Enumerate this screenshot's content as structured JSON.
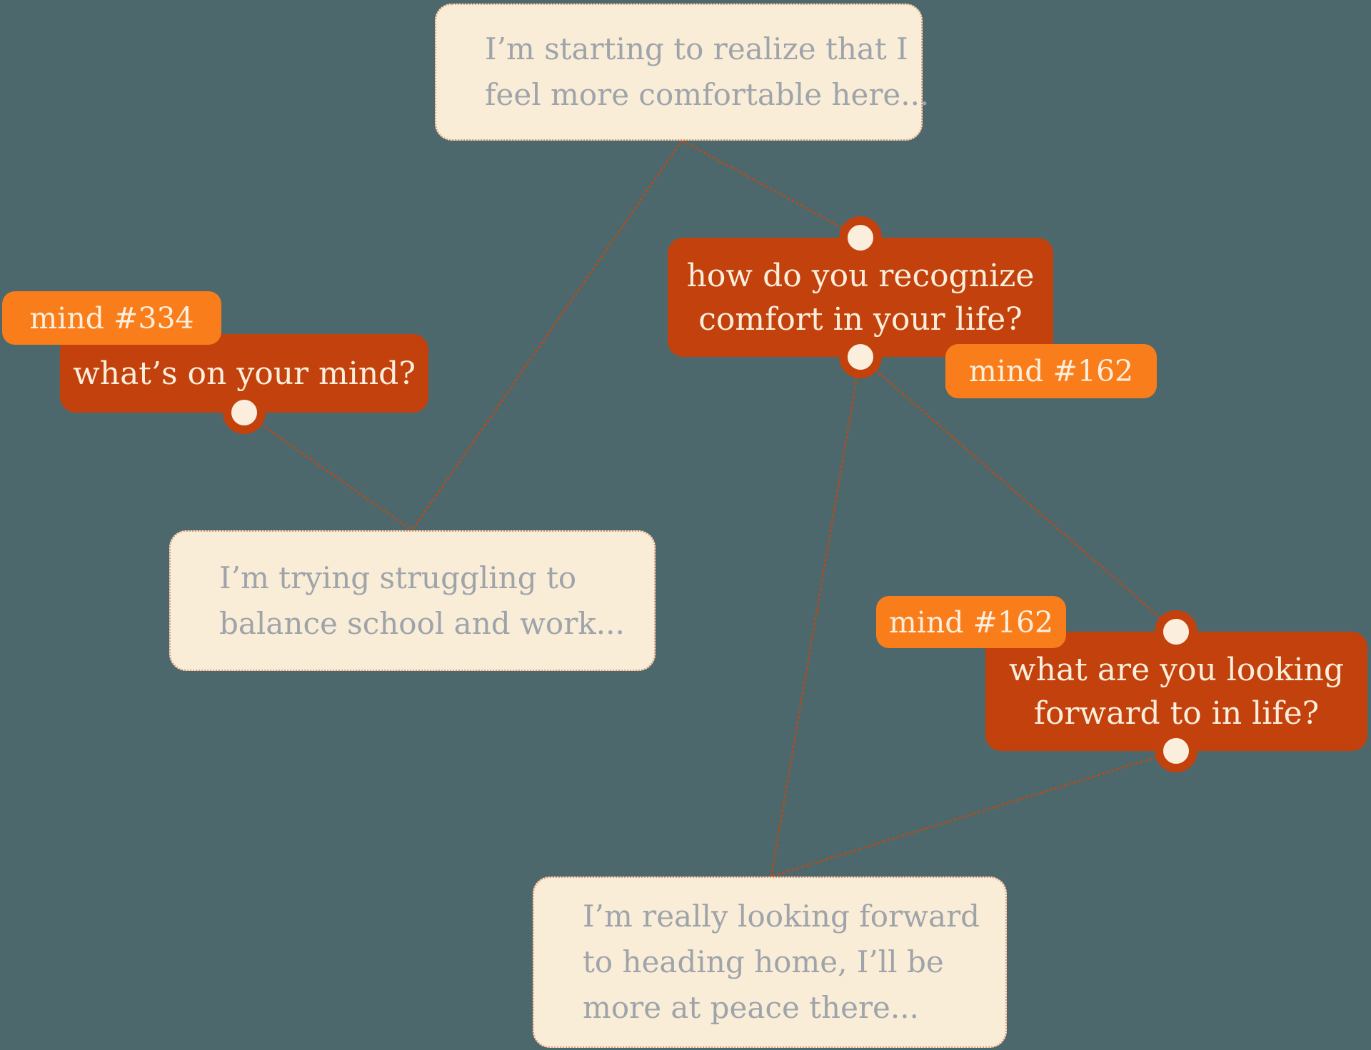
{
  "app": {
    "description": "mind map conversation canvas"
  },
  "colors": {
    "background": "#4D686C",
    "utterance_node_bg": "#FAEDD8",
    "utterance_text": "#9EA4AA",
    "question_node_bg": "#C2410C",
    "question_text": "#FBEEDC",
    "badge_bg": "#F97D1A",
    "edge_line": "#C3470F",
    "connector_dot_fill": "#FBEEDC",
    "connector_dot_ring": "#C2410C"
  },
  "nodes": {
    "utterance_comfortable": {
      "lines": [
        "I’m starting to realize that I",
        "feel more comfortable here..."
      ]
    },
    "question_whats_on_mind": {
      "lines": [
        "what’s on your mind?"
      ]
    },
    "question_recognize_comfort": {
      "lines": [
        "how do you recognize",
        "comfort in your life?"
      ]
    },
    "utterance_balance": {
      "lines": [
        "I’m trying struggling to",
        "balance school and work..."
      ]
    },
    "question_looking_forward": {
      "lines": [
        "what are you looking",
        "forward to in life?"
      ]
    },
    "utterance_heading_home": {
      "lines": [
        "I’m really looking forward",
        "to heading home, I’ll be",
        "more at peace there..."
      ]
    }
  },
  "badges": {
    "mind_334": "mind #334",
    "mind_162_a": "mind #162",
    "mind_162_b": "mind #162"
  }
}
